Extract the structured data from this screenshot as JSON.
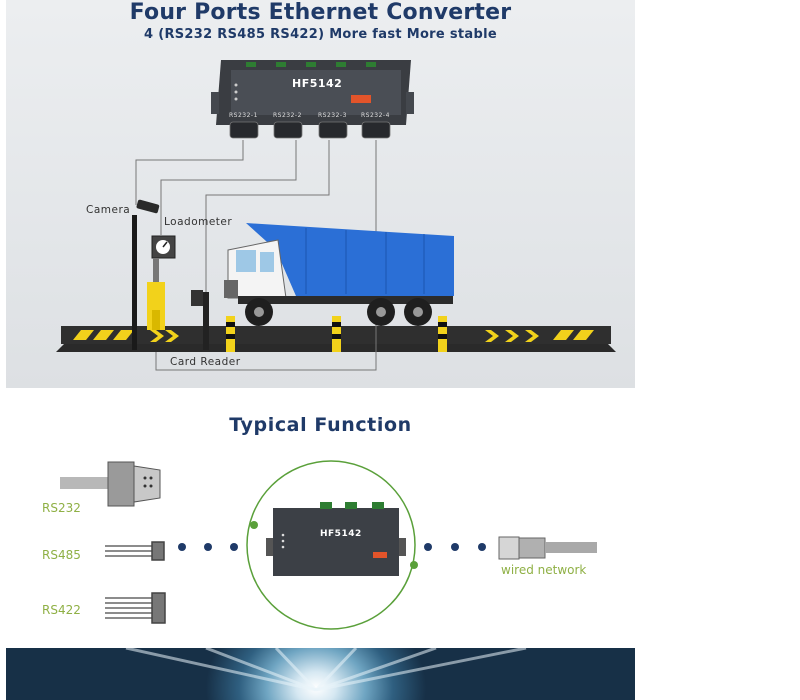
{
  "top_panel": {
    "headline": "Four Ports Ethernet Converter",
    "subhead": "4 (RS232 RS485 RS422)  More fast More stable",
    "device": {
      "model": "HF5142",
      "ports": [
        "RS232-1",
        "RS232-2",
        "RS232-3",
        "RS232-4"
      ]
    },
    "labels": {
      "camera": "Camera",
      "loadometer": "Loadometer",
      "card_reader": "Card Reader"
    }
  },
  "typical": {
    "title": "Typical Function",
    "device_model": "HF5142",
    "interfaces": [
      "RS232",
      "RS485",
      "RS422"
    ],
    "network_label": "wired network"
  },
  "colors": {
    "navy": "#1f3a68",
    "green_label": "#8fb045",
    "truck_blue": "#2b6fd6",
    "hazard_yellow": "#f2d21b",
    "ring_green": "#5aa03a"
  }
}
